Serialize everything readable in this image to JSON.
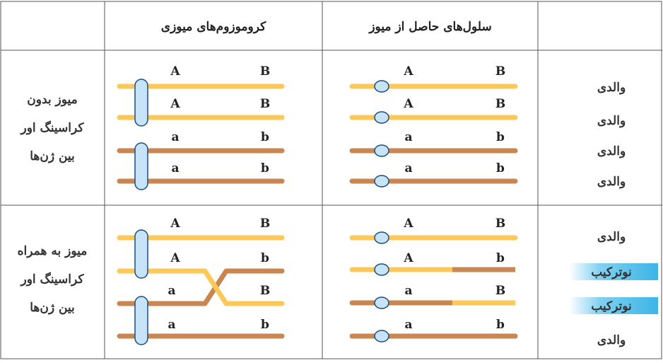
{
  "colors": {
    "yellow": "#fdc85a",
    "brown": "#c98650",
    "bead_fill": "#c6e3f7",
    "bead_stroke": "#1d4d7a",
    "highlight": "#3bb5e5",
    "border": "#555555"
  },
  "header": {
    "chromosomes": "کروموزوم‌های میوزی",
    "cells": "سلول‌های حاصل از میوز"
  },
  "rows": [
    {
      "label_lines": [
        "میوز بدون",
        "کراسینگ اور",
        "بین ژن‌ها"
      ],
      "chromosomes": [
        {
          "left": "A",
          "right": "B",
          "color": "yellow"
        },
        {
          "left": "A",
          "right": "B",
          "color": "yellow"
        },
        {
          "left": "a",
          "right": "b",
          "color": "brown"
        },
        {
          "left": "a",
          "right": "b",
          "color": "brown"
        }
      ],
      "cells": [
        {
          "left": "A",
          "right": "B",
          "left_color": "yellow",
          "right_color": "yellow"
        },
        {
          "left": "A",
          "right": "B",
          "left_color": "yellow",
          "right_color": "yellow"
        },
        {
          "left": "a",
          "right": "b",
          "left_color": "brown",
          "right_color": "brown"
        },
        {
          "left": "a",
          "right": "b",
          "left_color": "brown",
          "right_color": "brown"
        }
      ],
      "types": [
        {
          "text": "والدی",
          "highlight": false
        },
        {
          "text": "والدی",
          "highlight": false
        },
        {
          "text": "والدی",
          "highlight": false
        },
        {
          "text": "والدی",
          "highlight": false
        }
      ]
    },
    {
      "label_lines": [
        "میوز به همراه",
        "کراسینگ اور",
        "بین ژن‌ها"
      ],
      "chromosomes": [
        {
          "left": "A",
          "right": "B"
        },
        {
          "left": "A",
          "right": "b"
        },
        {
          "left": "a",
          "right": "B"
        },
        {
          "left": "a",
          "right": "b"
        }
      ],
      "cells": [
        {
          "left": "A",
          "right": "B",
          "left_color": "yellow",
          "right_color": "yellow"
        },
        {
          "left": "A",
          "right": "b",
          "left_color": "yellow",
          "right_color": "brown"
        },
        {
          "left": "a",
          "right": "B",
          "left_color": "brown",
          "right_color": "yellow"
        },
        {
          "left": "a",
          "right": "b",
          "left_color": "brown",
          "right_color": "brown"
        }
      ],
      "types": [
        {
          "text": "والدی",
          "highlight": false
        },
        {
          "text": "نوترکیب",
          "highlight": true
        },
        {
          "text": "نوترکیب",
          "highlight": true
        },
        {
          "text": "والدی",
          "highlight": false
        }
      ]
    }
  ]
}
